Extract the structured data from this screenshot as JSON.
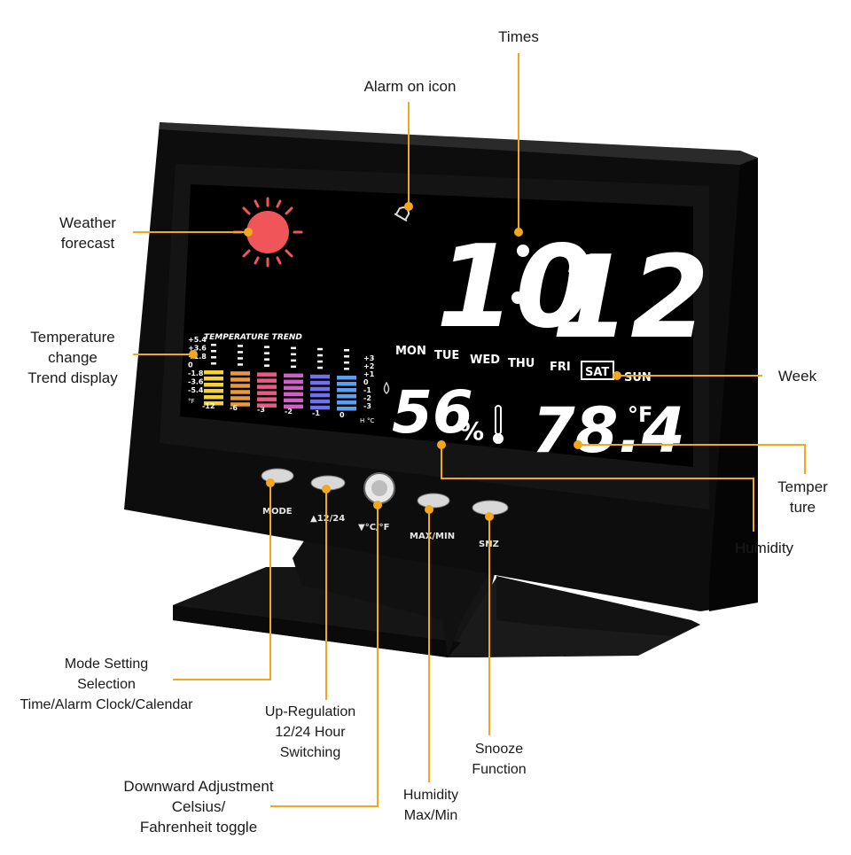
{
  "clock": {
    "time_hours": "10",
    "time_minutes": "12",
    "weekdays": [
      "MON",
      "TUE",
      "WED",
      "THU",
      "FRI",
      "SAT",
      "SUN"
    ],
    "active_day": "SAT",
    "humidity_value": "56",
    "humidity_unit": "%",
    "temperature_value": "78.4",
    "temperature_unit": "°F",
    "trend_title": "TEMPERATURE TREND",
    "trend_left_ticks": [
      "+5.4",
      "+3.6",
      "+1.8",
      "0",
      "-1.8",
      "-3.6",
      "-5.4"
    ],
    "trend_right_ticks": [
      "+3",
      "+2",
      "+1",
      "0",
      "-1",
      "-2",
      "-3"
    ],
    "trend_hour_labels": [
      "-12",
      "-6",
      "-3",
      "-2",
      "-1",
      "0"
    ],
    "trend_left_unit": "°F",
    "trend_right_unit": "°C",
    "trend_right_unit_prefix": "H",
    "buttons": {
      "mode": "MODE",
      "up": "▲12/24",
      "unit": "▼°C/°F",
      "maxmin": "MAX/MIN",
      "snz": "SNZ"
    }
  },
  "callouts": {
    "times": "Times",
    "alarm": "Alarm on icon",
    "weather": "Weather\nforecast",
    "trend": "Temperature\nchange\nTrend display",
    "week": "Week",
    "temperature": "Temper\nture",
    "humidity": "Humidity",
    "mode": "Mode Setting\nSelection\nTime/Alarm Clock/Calendar",
    "up": "Up-Regulation\n12/24 Hour\nSwitching",
    "down": "Downward Adjustment\nCelsius/\nFahrenheit toggle",
    "humidity_maxmin": "Humidity\nMax/Min",
    "snooze": "Snooze\nFunction"
  },
  "colors": {
    "leader": "#f3a81b",
    "device": "#0b0b0b",
    "screen": "#000000",
    "sun": "#f0555a",
    "accent_text": "#1a1a1a"
  }
}
